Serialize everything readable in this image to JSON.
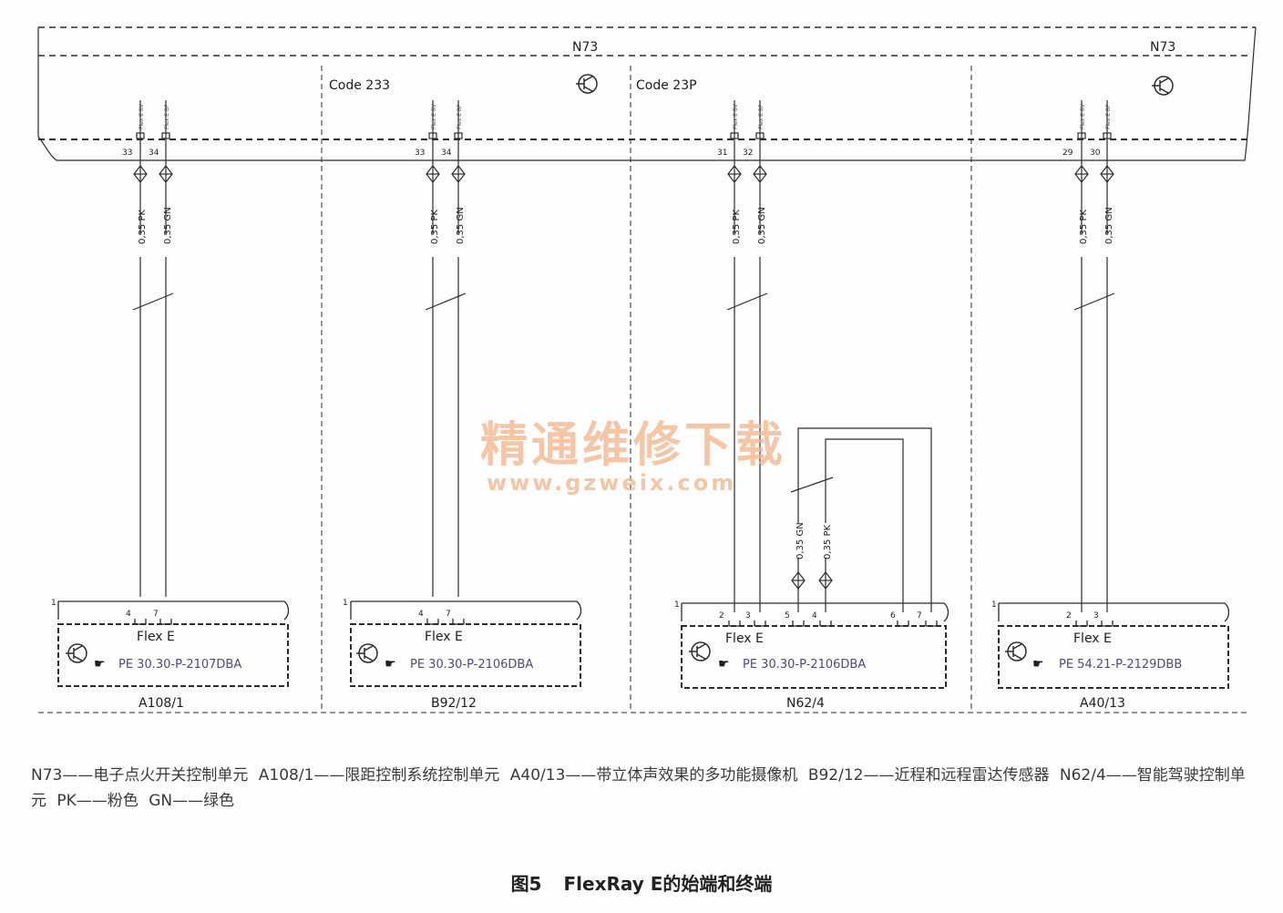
{
  "header": {
    "unit_label_left": "N73",
    "unit_label_right": "N73",
    "code_labels": [
      "Code 233",
      "Code 23P"
    ]
  },
  "connectors": [
    {
      "pins": [
        "33",
        "34"
      ],
      "pin_tags": [
        "Flex E BV",
        "Flex E BP"
      ]
    },
    {
      "pins": [
        "33",
        "34"
      ],
      "pin_tags": [
        "Flex E BV",
        "Flex E BP"
      ]
    },
    {
      "pins": [
        "31",
        "32"
      ],
      "pin_tags": [
        "Flex E BV",
        "Flex E BP"
      ]
    },
    {
      "pins": [
        "29",
        "30"
      ],
      "pin_tags": [
        "Flex E BV",
        "Flex E BP"
      ]
    }
  ],
  "wires": {
    "pk": "0,35 PK",
    "gn": "0,35 GN"
  },
  "modules": [
    {
      "id": "A108/1",
      "bus": "Flex E",
      "ref": "PE 30.30-P-2107DBA",
      "index": "1",
      "pins": [
        "4",
        "7"
      ]
    },
    {
      "id": "B92/12",
      "bus": "Flex E",
      "ref": "PE 30.30-P-2106DBA",
      "index": "1",
      "pins": [
        "4",
        "7"
      ]
    },
    {
      "id": "N62/4",
      "bus": "Flex E",
      "ref": "PE 30.30-P-2106DBA",
      "index": "1",
      "pins": [
        "2",
        "3",
        "5",
        "4",
        "6",
        "7"
      ]
    },
    {
      "id": "A40/13",
      "bus": "Flex E",
      "ref": "PE 54.21-P-2129DBB",
      "index": "1",
      "pins": [
        "2",
        "3"
      ]
    }
  ],
  "watermark": {
    "line1": "精通维修下载",
    "line2": "www.gzweix.com"
  },
  "legend": [
    "N73——电子点火开关控制单元",
    "A108/1——限距控制系统控制单元",
    "A40/13——带立体声效果的多功能摄像机",
    "B92/12——近程和远程雷达传感器",
    "N62/4——智能驾驶控制单元",
    "PK——粉色",
    "GN——绿色"
  ],
  "caption": {
    "figure": "图5",
    "title": "FlexRay E的始端和终端"
  },
  "colors": {
    "line": "#2c2c2c",
    "ref_text": "#4f4a7a",
    "watermark": "#f2b48a"
  }
}
